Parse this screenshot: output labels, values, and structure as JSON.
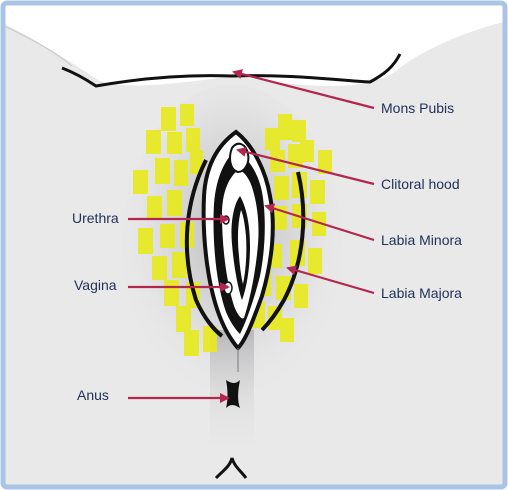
{
  "labels": {
    "mons_pubis": "Mons Pubis",
    "clitoral_hood": "Clitoral hood",
    "labia_minora": "Labia Minora",
    "labia_majora": "Labia Majora",
    "urethra": "Urethra",
    "vagina": "Vagina",
    "anus": "Anus"
  },
  "colors": {
    "border": "#a9c4e6",
    "background": "#e9e9ea",
    "outline": "#111111",
    "highlight": "#e8ea1f",
    "arrow": "#b3264e",
    "label_text": "#1f2f55"
  }
}
